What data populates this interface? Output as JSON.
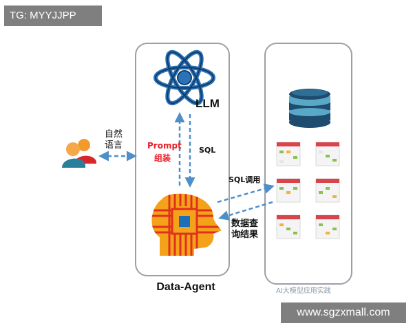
{
  "badges": {
    "tg": "TG: MYYJJPP",
    "url": "www.sgzxmall.com"
  },
  "diagram": {
    "llm_label": "LLM",
    "natural_language": [
      "自然",
      "语言"
    ],
    "prompt_label": "Prompt",
    "assemble_label": "组装",
    "sql_label": "SQL",
    "sql_call_label": "SQL调用",
    "query_result_label": [
      "数据查",
      "询结果"
    ],
    "agent_title": "Data-Agent",
    "watermark": "AI大模型应用实践"
  },
  "colors": {
    "arrow": "#4f8fc7",
    "panel_border": "#9aa0a6",
    "prompt_red": "#e8202a",
    "head_orange": "#f5a21b",
    "atom_blue": "#2a73b8",
    "db_navy": "#1e4b6e",
    "db_teal": "#5aa8c8"
  },
  "icons": [
    "atom-icon",
    "people-icon",
    "ai-head-icon",
    "database-icon",
    "table-icon"
  ]
}
